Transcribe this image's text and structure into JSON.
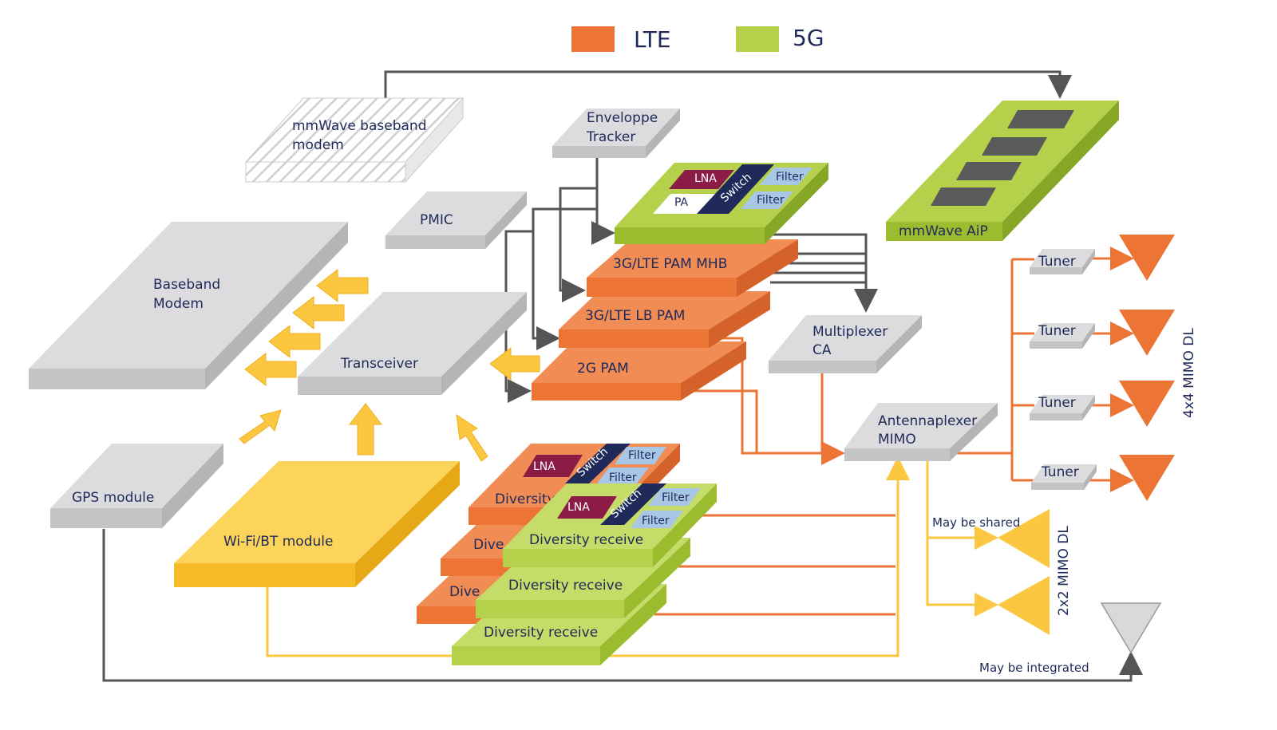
{
  "legend": {
    "lte_label": "LTE",
    "fiveg_label": "5G"
  },
  "colors": {
    "lte": "#ec7434",
    "fiveg": "#b5d04a",
    "gray": "#d9d9db",
    "yellow": "#fbc740",
    "navy": "#1f2a5a",
    "maroon": "#8b1c45",
    "lightblue": "#a8c7e6"
  },
  "blocks": {
    "mmwave_baseband": [
      "mmWave baseband",
      "modem"
    ],
    "envelope_tracker": [
      "Enveloppe",
      "Tracker"
    ],
    "pmic": "PMIC",
    "baseband_modem": [
      "Baseband",
      "Modem"
    ],
    "transceiver": "Transceiver",
    "gps": "GPS module",
    "wifi": "Wi-Fi/BT module",
    "mmwave_aip": "mmWave AiP",
    "pam_mhb": "3G/LTE PAM MHB",
    "pam_lb": "3G/LTE LB PAM",
    "pam_2g": "2G PAM",
    "multiplexer": [
      "Multiplexer",
      "CA"
    ],
    "antennaplexer": [
      "Antennaplexer",
      "MIMO"
    ],
    "tuner": "Tuner",
    "diversity_full": "Diversity receive",
    "diversity_1": "Diversity",
    "diversity_2": "Dive",
    "diversity_3": "Dive"
  },
  "chips": {
    "lna": "LNA",
    "pa": "PA",
    "switch": "Switch",
    "filter": "Filter"
  },
  "annotations": {
    "mimo4": "4x4 MIMO DL",
    "mimo2": "2x2 MIMO DL",
    "shared": "May be shared",
    "integrated": "May be integrated"
  }
}
